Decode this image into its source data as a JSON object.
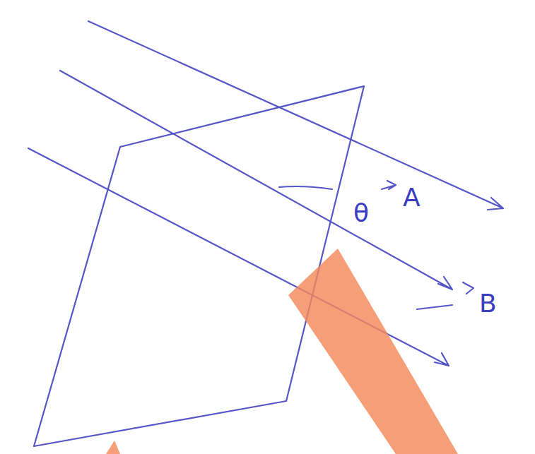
{
  "diagram": {
    "labels": [
      "θ",
      "A",
      "B"
    ]
  }
}
